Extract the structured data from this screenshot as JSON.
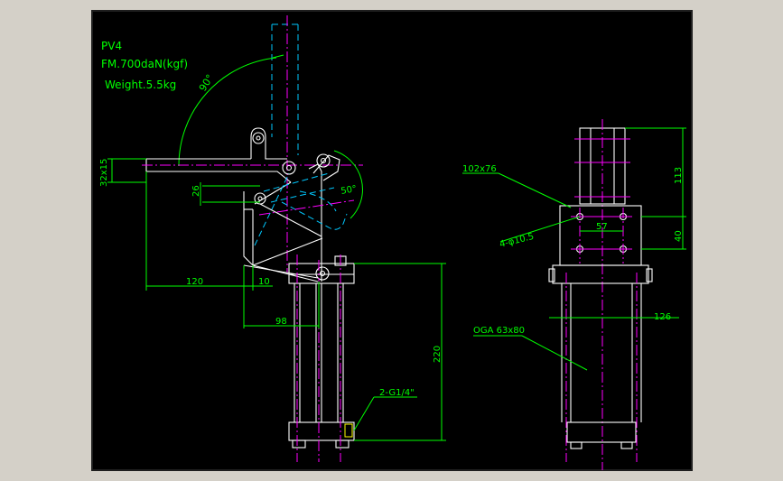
{
  "notes": {
    "model": "PV4",
    "force": "FM.700daN(kgf)",
    "weight": "Weight.5.5kg"
  },
  "dimensions": {
    "angle_open": "90°",
    "angle_lever": "50°",
    "arm_section": "32x15",
    "offset_26": "26",
    "len_120": "120",
    "len_10": "10",
    "len_98": "98",
    "height_220": "220",
    "port": "2-G1/4\"",
    "base_plate": "102x76",
    "holes": "4-φ10.5",
    "spacing_57": "57",
    "height_113": "113",
    "height_40": "40",
    "width_126": "126",
    "cylinder": "OGA 63x80"
  },
  "colors": {
    "background": "#000000",
    "dimension": "#00ff00",
    "outline": "#ffffff",
    "centerline": "#ff00ff",
    "phantom": "#00c8ff",
    "thread": "#ffff00"
  }
}
